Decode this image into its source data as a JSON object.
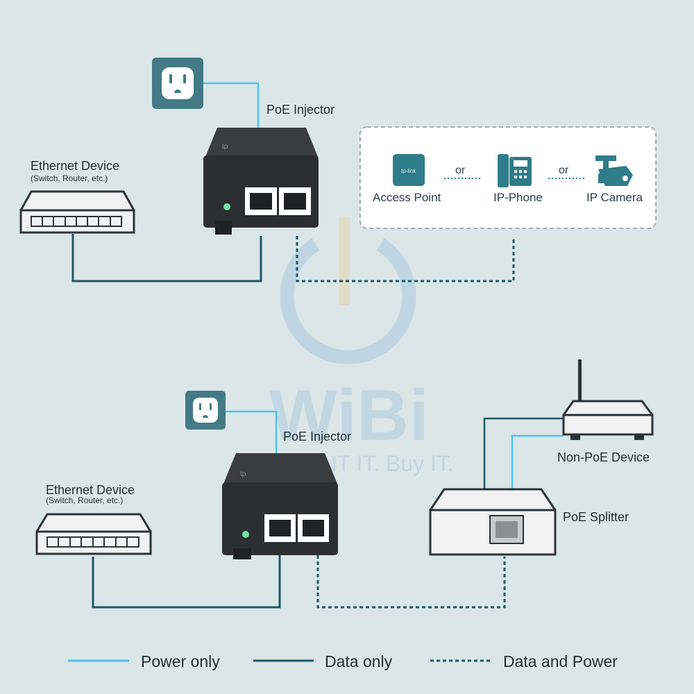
{
  "top": {
    "injector_label": "PoE Injector",
    "ethernet_label": "Ethernet Device",
    "ethernet_sub": "(Switch, Router, etc.)",
    "devices": [
      {
        "label": "Access Point",
        "icon": "access-point-icon"
      },
      {
        "label": "IP-Phone",
        "icon": "ip-phone-icon"
      },
      {
        "label": "IP Camera",
        "icon": "ip-camera-icon"
      }
    ],
    "or_label": "or"
  },
  "bottom": {
    "injector_label": "PoE Injector",
    "ethernet_label": "Ethernet Device",
    "ethernet_sub": "(Switch, Router, etc.)",
    "non_poe_label": "Non-PoE Device",
    "splitter_label": "PoE Splitter"
  },
  "legend": [
    {
      "label": "Power only",
      "style": "solid",
      "color": "#4fc3ea"
    },
    {
      "label": "Data only",
      "style": "solid",
      "color": "#1d5866"
    },
    {
      "label": "Data and Power",
      "style": "dashed",
      "color": "#1d5866"
    }
  ],
  "watermark": {
    "brand": "WiBi",
    "tagline": "WANT IT. Buy IT."
  },
  "colors": {
    "background": "#dbe6e8",
    "power_line": "#4fc3ea",
    "data_line": "#1d5866",
    "outlet_tile": "#437a86",
    "device_teal": "#2f7c8a",
    "injector_body": "#2c2e31"
  }
}
